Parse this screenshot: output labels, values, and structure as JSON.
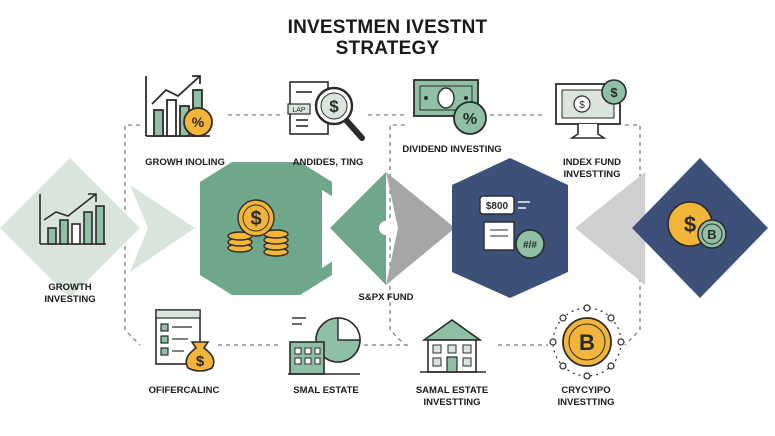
{
  "title": {
    "line1": "INVESTMEN IVESTNT",
    "line2": "STRATEGY"
  },
  "labels": {
    "growth_inoling": "GROWH INOLING",
    "andides_ting": "ANDIDES, TING",
    "dividend_investing": "DIVIDEND INVESTING",
    "index_fund_line1": "INDEX FUND",
    "index_fund_line2": "INVESTTING",
    "growth_investing_line1": "GROWTH",
    "growth_investing_line2": "INVESTING",
    "sp_fund": "S&PX FUND",
    "ofifercalinc": "OFIFERCALINC",
    "smal_estate": "SMAL ESTATE",
    "samal_estate_line1": "SAMAL ESTATE",
    "samal_estate_line2": "INVESTTING",
    "crypto_line1": "CRYCYIPO",
    "crypto_line2": "INVESTTING"
  },
  "icon_text": {
    "lap_tag": "LAP",
    "price_tag": "$800",
    "hash_badge": "#/#"
  },
  "colors": {
    "green": "#6ea78a",
    "light_green": "#d8e4dc",
    "gray": "#a6a6a6",
    "light_gray": "#cfcfcf",
    "navy": "#3c5079",
    "gold": "#f2b53a",
    "teal_icon": "#8fc0a5",
    "outline": "#2b2b2b"
  },
  "icons": [
    "growth-chart-icon",
    "dollar-magnifier-icon",
    "money-bill-icon",
    "monitor-dollar-icon",
    "coin-stack-icon",
    "price-tag-document-icon",
    "bitcoin-coin-icon",
    "checklist-money-bag-icon",
    "building-pie-chart-icon",
    "house-icon",
    "crypto-network-icon"
  ]
}
